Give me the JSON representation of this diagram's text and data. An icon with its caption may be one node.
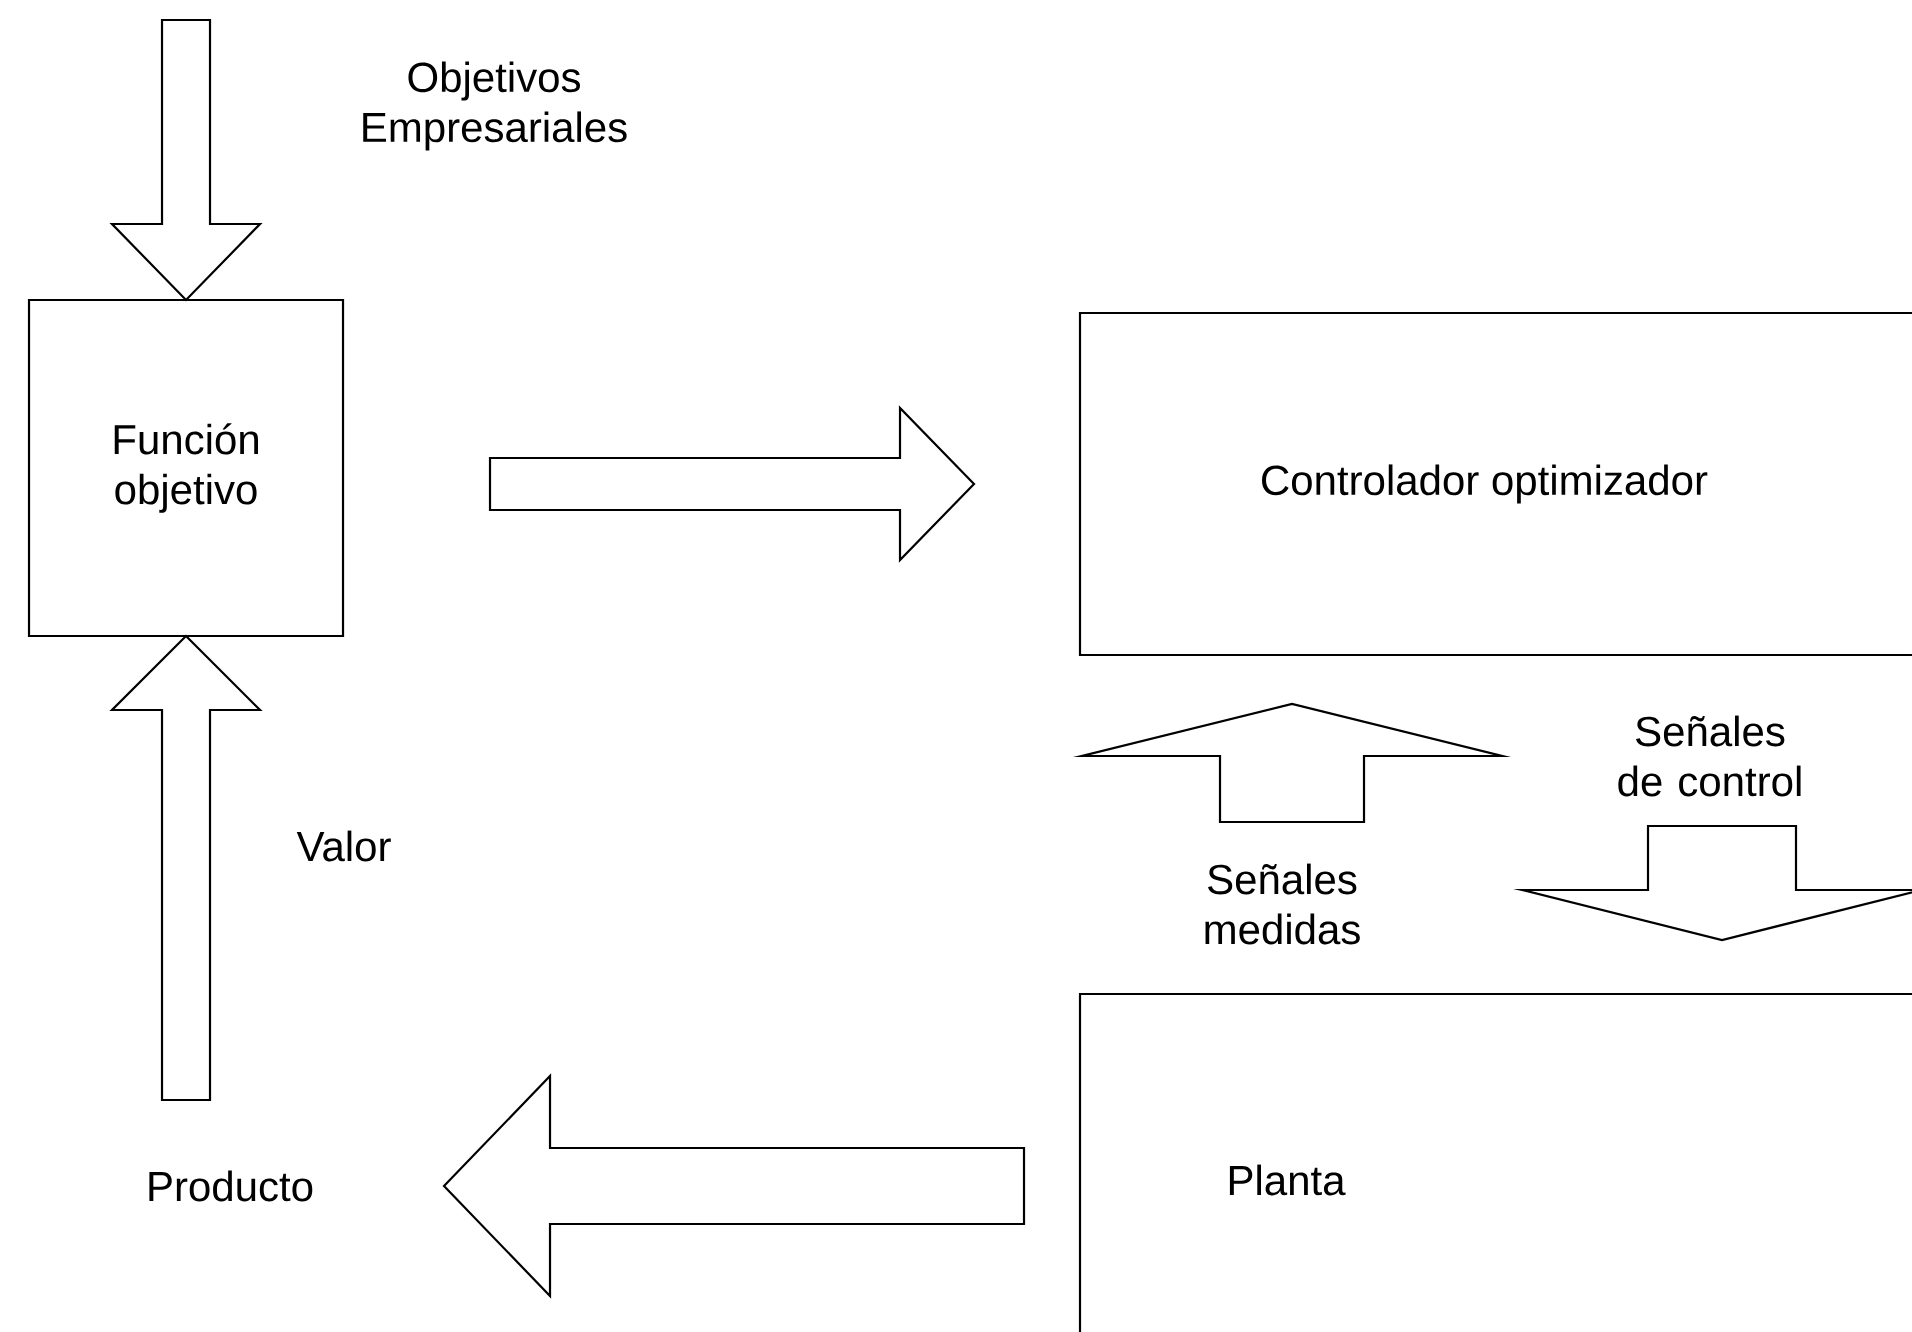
{
  "diagram": {
    "nodes": [
      {
        "text": [
          "Función objetivo"
        ]
      },
      {
        "text": [
          "Controlador optimizador"
        ]
      },
      {
        "text": [
          "Planta"
        ]
      },
      {
        "text": [
          "Producto"
        ]
      }
    ],
    "edges": [
      {
        "from": null,
        "to": 0,
        "arrow": "to",
        "label": "Objetivos Empresariales"
      },
      {
        "from": 0,
        "to": 1,
        "arrow": "to"
      },
      {
        "from": 1,
        "to": 2,
        "arrow": "to",
        "label": "Señales de control"
      },
      {
        "from": 2,
        "to": 1,
        "arrow": "to",
        "label": "Señales medidas"
      },
      {
        "from": 2,
        "to": 3,
        "arrow": "to"
      },
      {
        "from": 3,
        "to": 0,
        "arrow": "to",
        "label": "Valor"
      }
    ]
  }
}
